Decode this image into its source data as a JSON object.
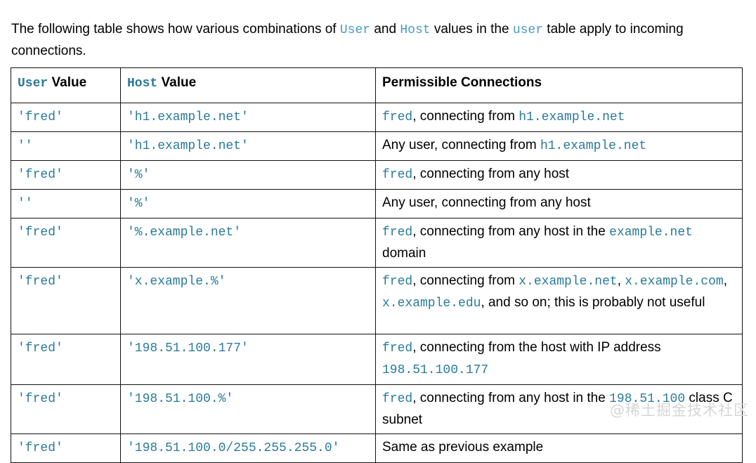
{
  "intro": {
    "part1": "The following table shows how various combinations of ",
    "code1": "User",
    "part2": " and ",
    "code2": "Host",
    "part3": " values in the ",
    "code3": "user",
    "part4": " table apply to incoming connections."
  },
  "table": {
    "headers": [
      {
        "code": "User",
        "plain": " Value"
      },
      {
        "code": "Host",
        "plain": " Value"
      },
      {
        "code": "",
        "plain": "Permissible Connections"
      }
    ],
    "rows": [
      {
        "user": "'fred'",
        "host": "'h1.example.net'",
        "perm": [
          {
            "t": "code",
            "v": "fred"
          },
          {
            "t": "text",
            "v": ", connecting from "
          },
          {
            "t": "code",
            "v": "h1.example.net"
          }
        ]
      },
      {
        "user": "''",
        "host": "'h1.example.net'",
        "perm": [
          {
            "t": "text",
            "v": "Any user, connecting from "
          },
          {
            "t": "code",
            "v": "h1.example.net"
          }
        ]
      },
      {
        "user": "'fred'",
        "host": "'%'",
        "perm": [
          {
            "t": "code",
            "v": "fred"
          },
          {
            "t": "text",
            "v": ", connecting from any host"
          }
        ]
      },
      {
        "user": "''",
        "host": "'%'",
        "perm": [
          {
            "t": "text",
            "v": "Any user, connecting from any host"
          }
        ]
      },
      {
        "user": "'fred'",
        "host": "'%.example.net'",
        "perm": [
          {
            "t": "code",
            "v": "fred"
          },
          {
            "t": "text",
            "v": ", connecting from any host in the "
          },
          {
            "t": "code",
            "v": "example.net"
          },
          {
            "t": "text",
            "v": " domain"
          }
        ]
      },
      {
        "user": "'fred'",
        "host": "'x.example.%'",
        "perm": [
          {
            "t": "code",
            "v": "fred"
          },
          {
            "t": "text",
            "v": ", connecting from "
          },
          {
            "t": "code",
            "v": "x.example.net"
          },
          {
            "t": "text",
            "v": ", "
          },
          {
            "t": "code",
            "v": "x.example.com"
          },
          {
            "t": "text",
            "v": ", "
          },
          {
            "t": "code",
            "v": "x.example.edu"
          },
          {
            "t": "text",
            "v": ", and so on; this is probably not useful"
          }
        ]
      },
      {
        "user": "'fred'",
        "host": "'198.51.100.177'",
        "perm": [
          {
            "t": "code",
            "v": "fred"
          },
          {
            "t": "text",
            "v": ", connecting from the host with IP address "
          },
          {
            "t": "code",
            "v": "198.51.100.177"
          }
        ]
      },
      {
        "user": "'fred'",
        "host": "'198.51.100.%'",
        "perm": [
          {
            "t": "code",
            "v": "fred"
          },
          {
            "t": "text",
            "v": ", connecting from any host in the "
          },
          {
            "t": "code",
            "v": "198.51.100"
          },
          {
            "t": "text",
            "v": " class C subnet"
          }
        ]
      },
      {
        "user": "'fred'",
        "host": "'198.51.100.0/255.255.255.0'",
        "perm": [
          {
            "t": "text",
            "v": "Same as previous example"
          }
        ]
      }
    ]
  },
  "watermark": "@稀土掘金技术社区",
  "colors": {
    "code_table": "#2a7a99",
    "code_inline": "#4a9ac4",
    "border": "#111111",
    "text": "#000000",
    "watermark": "#d6d6d6"
  }
}
